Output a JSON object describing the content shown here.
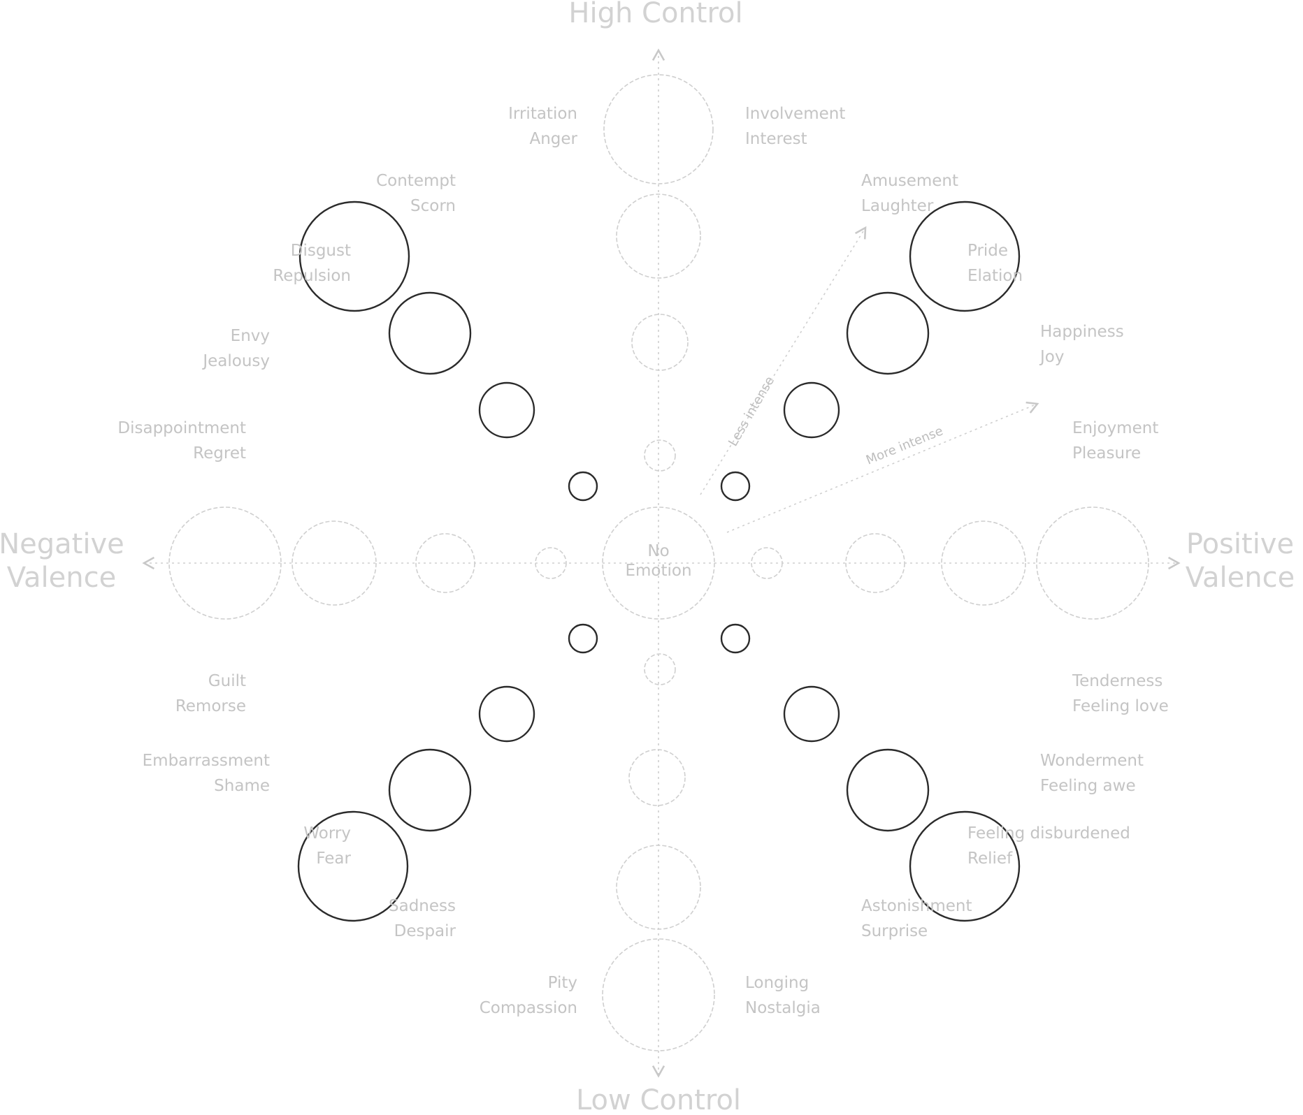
{
  "axes": {
    "top": "High Control",
    "bottom": "Low Control",
    "left_line1": "Negative",
    "left_line2": "Valence",
    "right_line1": "Positive",
    "right_line2": "Valence"
  },
  "center": {
    "line1": "No",
    "line2": "Emotion"
  },
  "annotations": {
    "less": "Less intense",
    "more": "More intense"
  },
  "emotions": {
    "top_left": {
      "l1": "Irritation",
      "l2": "Anger"
    },
    "top_right": {
      "l1": "Involvement",
      "l2": "Interest"
    },
    "contempt": {
      "l1": "Contempt",
      "l2": "Scorn"
    },
    "disgust": {
      "l1": "Disgust",
      "l2": "Repulsion"
    },
    "envy": {
      "l1": "Envy",
      "l2": "Jealousy"
    },
    "disappointment": {
      "l1": "Disappointment",
      "l2": "Regret"
    },
    "amusement": {
      "l1": "Amusement",
      "l2": "Laughter"
    },
    "pride": {
      "l1": "Pride",
      "l2": "Elation"
    },
    "happiness": {
      "l1": "Happiness",
      "l2": "Joy"
    },
    "enjoyment": {
      "l1": "Enjoyment",
      "l2": "Pleasure"
    },
    "guilt": {
      "l1": "Guilt",
      "l2": "Remorse"
    },
    "embarrassment": {
      "l1": "Embarrassment",
      "l2": "Shame"
    },
    "worry": {
      "l1": "Worry",
      "l2": "Fear"
    },
    "sadness": {
      "l1": "Sadness",
      "l2": "Despair"
    },
    "tenderness": {
      "l1": "Tenderness",
      "l2": "Feeling love"
    },
    "wonderment": {
      "l1": "Wonderment",
      "l2": "Feeling awe"
    },
    "relief": {
      "l1": "Feeling disburdened",
      "l2": "Relief"
    },
    "astonishment": {
      "l1": "Astonishment",
      "l2": "Surprise"
    },
    "pity": {
      "l1": "Pity",
      "l2": "Compassion"
    },
    "longing": {
      "l1": "Longing",
      "l2": "Nostalgia"
    }
  }
}
